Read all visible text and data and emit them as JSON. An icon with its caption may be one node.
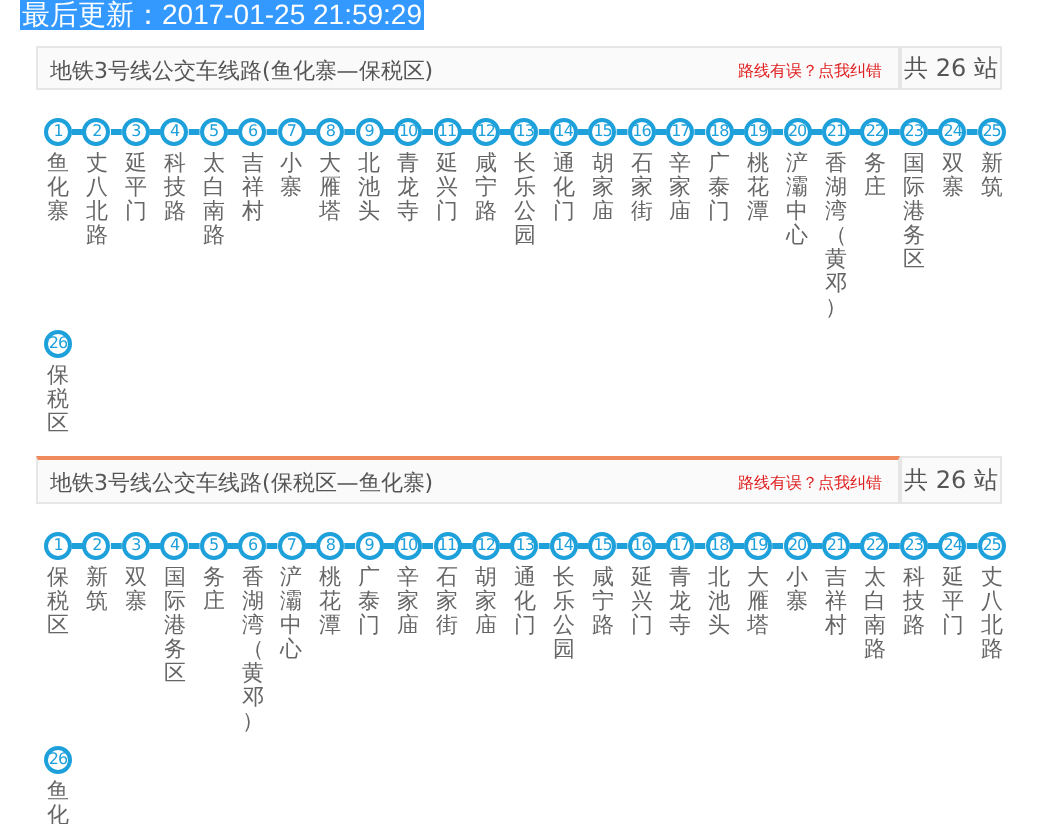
{
  "diagram": {
    "title": "最后更新：2017-01-25 21:59:29",
    "nodes": [
      {
        "text": [
          "地铁3号线公交车线路(鱼化寨—保税区)",
          "路线有误？点我纠错"
        ]
      },
      {
        "text": [
          "共 26 站"
        ]
      },
      {
        "text": [
          "1"
        ],
        "beside": [
          "鱼化寨"
        ]
      },
      {
        "text": [
          "2"
        ],
        "beside": [
          "丈八北路"
        ]
      },
      {
        "text": [
          "3"
        ],
        "beside": [
          "延平门"
        ]
      },
      {
        "text": [
          "4"
        ],
        "beside": [
          "科技路"
        ]
      },
      {
        "text": [
          "5"
        ],
        "beside": [
          "太白南路"
        ]
      },
      {
        "text": [
          "6"
        ],
        "beside": [
          "吉祥村"
        ]
      },
      {
        "text": [
          "7"
        ],
        "beside": [
          "小寨"
        ]
      },
      {
        "text": [
          "8"
        ],
        "beside": [
          "大雁塔"
        ]
      },
      {
        "text": [
          "9"
        ],
        "beside": [
          "北池头"
        ]
      },
      {
        "text": [
          "10"
        ],
        "beside": [
          "青龙寺"
        ]
      },
      {
        "text": [
          "11"
        ],
        "beside": [
          "延兴门"
        ]
      },
      {
        "text": [
          "12"
        ],
        "beside": [
          "咸宁路"
        ]
      },
      {
        "text": [
          "13"
        ],
        "beside": [
          "长乐公园"
        ]
      },
      {
        "text": [
          "14"
        ],
        "beside": [
          "通化门"
        ]
      },
      {
        "text": [
          "15"
        ],
        "beside": [
          "胡家庙"
        ]
      },
      {
        "text": [
          "16"
        ],
        "beside": [
          "石家街"
        ]
      },
      {
        "text": [
          "17"
        ],
        "beside": [
          "辛家庙"
        ]
      },
      {
        "text": [
          "18"
        ],
        "beside": [
          "广泰门"
        ]
      },
      {
        "text": [
          "19"
        ],
        "beside": [
          "桃花潭"
        ]
      },
      {
        "text": [
          "20"
        ],
        "beside": [
          "浐灞中心"
        ]
      },
      {
        "text": [
          "21"
        ],
        "beside": [
          "香湖湾（黄邓）"
        ]
      },
      {
        "text": [
          "22"
        ],
        "beside": [
          "务庄"
        ]
      },
      {
        "text": [
          "23"
        ],
        "beside": [
          "国际港务区"
        ]
      },
      {
        "text": [
          "24"
        ],
        "beside": [
          "双寨"
        ]
      },
      {
        "text": [
          "25"
        ],
        "beside": [
          "新筑"
        ]
      },
      {
        "text": [
          "26"
        ],
        "beside": [
          "保税区"
        ]
      },
      {
        "text": [
          "地铁3号线公交车线路(保税区—鱼化寨)",
          "路线有误？点我纠错"
        ]
      },
      {
        "text": [
          "共 26 站"
        ]
      },
      {
        "text": [
          "1"
        ],
        "beside": [
          "保税区"
        ]
      },
      {
        "text": [
          "2"
        ],
        "beside": [
          "新筑"
        ]
      },
      {
        "text": [
          "3"
        ],
        "beside": [
          "双寨"
        ]
      },
      {
        "text": [
          "4"
        ],
        "beside": [
          "国际港务区"
        ]
      },
      {
        "text": [
          "5"
        ],
        "beside": [
          "务庄"
        ]
      },
      {
        "text": [
          "6"
        ],
        "beside": [
          "香湖湾（黄邓）"
        ]
      },
      {
        "text": [
          "7"
        ],
        "beside": [
          "浐灞中心"
        ]
      },
      {
        "text": [
          "8"
        ],
        "beside": [
          "桃花潭"
        ]
      },
      {
        "text": [
          "9"
        ],
        "beside": [
          "广泰门"
        ]
      },
      {
        "text": [
          "10"
        ],
        "beside": [
          "辛家庙"
        ]
      },
      {
        "text": [
          "11"
        ],
        "beside": [
          "石家街"
        ]
      },
      {
        "text": [
          "12"
        ],
        "beside": [
          "胡家庙"
        ]
      },
      {
        "text": [
          "13"
        ],
        "beside": [
          "通化门"
        ]
      },
      {
        "text": [
          "14"
        ],
        "beside": [
          "长乐公园"
        ]
      },
      {
        "text": [
          "15"
        ],
        "beside": [
          "咸宁路"
        ]
      },
      {
        "text": [
          "16"
        ],
        "beside": [
          "延兴门"
        ]
      },
      {
        "text": [
          "17"
        ],
        "beside": [
          "青龙寺"
        ]
      },
      {
        "text": [
          "18"
        ],
        "beside": [
          "北池头"
        ]
      },
      {
        "text": [
          "19"
        ],
        "beside": [
          "大雁塔"
        ]
      },
      {
        "text": [
          "20"
        ],
        "beside": [
          "小寨"
        ]
      },
      {
        "text": [
          "21"
        ],
        "beside": [
          "吉祥村"
        ]
      },
      {
        "text": [
          "22"
        ],
        "beside": [
          "太白南路"
        ]
      },
      {
        "text": [
          "23"
        ],
        "beside": [
          "科技路"
        ]
      },
      {
        "text": [
          "24"
        ],
        "beside": [
          "延平门"
        ]
      },
      {
        "text": [
          "25"
        ],
        "beside": [
          "丈八北路"
        ]
      },
      {
        "text": [
          "26"
        ],
        "beside": [
          "鱼化"
        ]
      }
    ],
    "edges": [
      {
        "from": 2,
        "to": 3,
        "arrow": "none"
      },
      {
        "from": 3,
        "to": 4,
        "arrow": "none"
      },
      {
        "from": 4,
        "to": 5,
        "arrow": "none"
      },
      {
        "from": 5,
        "to": 6,
        "arrow": "none"
      },
      {
        "from": 6,
        "to": 7,
        "arrow": "none"
      },
      {
        "from": 7,
        "to": 8,
        "arrow": "none"
      },
      {
        "from": 8,
        "to": 9,
        "arrow": "none"
      },
      {
        "from": 9,
        "to": 10,
        "arrow": "none"
      },
      {
        "from": 10,
        "to": 11,
        "arrow": "none"
      },
      {
        "from": 11,
        "to": 12,
        "arrow": "none"
      },
      {
        "from": 12,
        "to": 13,
        "arrow": "none"
      },
      {
        "from": 13,
        "to": 14,
        "arrow": "none"
      },
      {
        "from": 14,
        "to": 15,
        "arrow": "none"
      },
      {
        "from": 15,
        "to": 16,
        "arrow": "none"
      },
      {
        "from": 16,
        "to": 17,
        "arrow": "none"
      },
      {
        "from": 17,
        "to": 18,
        "arrow": "none"
      },
      {
        "from": 18,
        "to": 19,
        "arrow": "none"
      },
      {
        "from": 19,
        "to": 20,
        "arrow": "none"
      },
      {
        "from": 20,
        "to": 21,
        "arrow": "none"
      },
      {
        "from": 21,
        "to": 22,
        "arrow": "none"
      },
      {
        "from": 22,
        "to": 23,
        "arrow": "none"
      },
      {
        "from": 23,
        "to": 24,
        "arrow": "none"
      },
      {
        "from": 24,
        "to": 25,
        "arrow": "none"
      },
      {
        "from": 25,
        "to": 26,
        "arrow": "none"
      },
      {
        "from": 30,
        "to": 31,
        "arrow": "none"
      },
      {
        "from": 31,
        "to": 32,
        "arrow": "none"
      },
      {
        "from": 32,
        "to": 33,
        "arrow": "none"
      },
      {
        "from": 33,
        "to": 34,
        "arrow": "none"
      },
      {
        "from": 34,
        "to": 35,
        "arrow": "none"
      },
      {
        "from": 35,
        "to": 36,
        "arrow": "none"
      },
      {
        "from": 36,
        "to": 37,
        "arrow": "none"
      },
      {
        "from": 37,
        "to": 38,
        "arrow": "none"
      },
      {
        "from": 38,
        "to": 39,
        "arrow": "none"
      },
      {
        "from": 39,
        "to": 40,
        "arrow": "none"
      },
      {
        "from": 40,
        "to": 41,
        "arrow": "none"
      },
      {
        "from": 41,
        "to": 42,
        "arrow": "none"
      },
      {
        "from": 42,
        "to": 43,
        "arrow": "none"
      },
      {
        "from": 43,
        "to": 44,
        "arrow": "none"
      },
      {
        "from": 44,
        "to": 45,
        "arrow": "none"
      },
      {
        "from": 45,
        "to": 46,
        "arrow": "none"
      },
      {
        "from": 46,
        "to": 47,
        "arrow": "none"
      },
      {
        "from": 47,
        "to": 48,
        "arrow": "none"
      },
      {
        "from": 48,
        "to": 49,
        "arrow": "none"
      },
      {
        "from": 49,
        "to": 50,
        "arrow": "none"
      },
      {
        "from": 50,
        "to": 51,
        "arrow": "none"
      },
      {
        "from": 51,
        "to": 52,
        "arrow": "none"
      },
      {
        "from": 52,
        "to": 53,
        "arrow": "none"
      },
      {
        "from": 53,
        "to": 54,
        "arrow": "none"
      }
    ]
  }
}
